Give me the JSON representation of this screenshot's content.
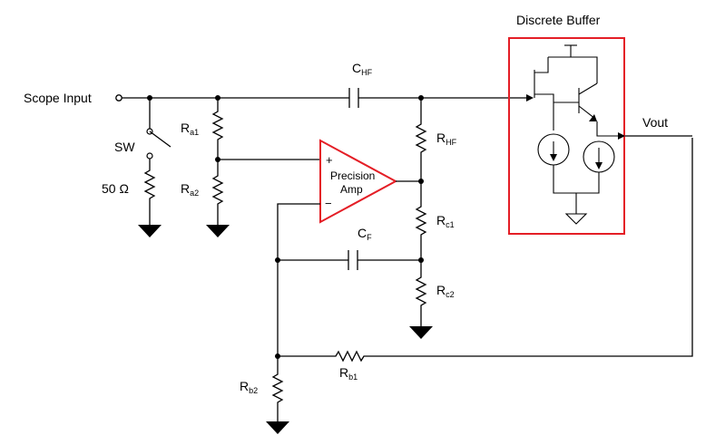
{
  "labels": {
    "scope_input": "Scope Input",
    "switch": "SW",
    "termination": "50 Ω",
    "vout": "Vout",
    "buffer_title": "Discrete Buffer",
    "amp_line1": "Precision",
    "amp_line2": "Amp",
    "plus": "+",
    "minus": "−"
  },
  "components": {
    "c_hf": {
      "main": "C",
      "sub": "HF"
    },
    "c_f": {
      "main": "C",
      "sub": "F"
    },
    "r_hf": {
      "main": "R",
      "sub": "HF"
    },
    "r_a1": {
      "main": "R",
      "sub": "a1"
    },
    "r_a2": {
      "main": "R",
      "sub": "a2"
    },
    "r_c1": {
      "main": "R",
      "sub": "c1"
    },
    "r_c2": {
      "main": "R",
      "sub": "c2"
    },
    "r_b1": {
      "main": "R",
      "sub": "b1"
    },
    "r_b2": {
      "main": "R",
      "sub": "b2"
    }
  },
  "colors": {
    "wire": "#000000",
    "highlight": "#e41e26",
    "background": "#ffffff"
  }
}
